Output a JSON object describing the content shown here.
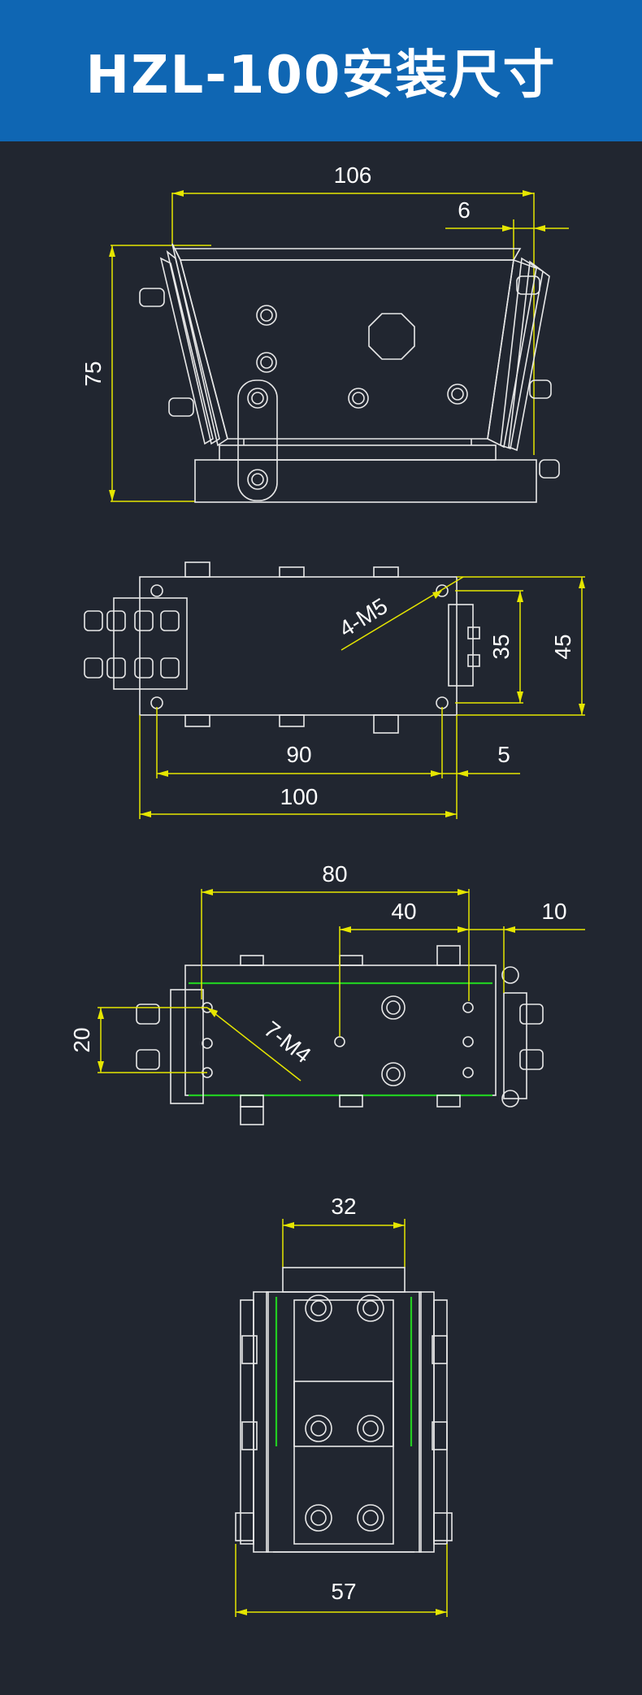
{
  "title": "HZL-100安装尺寸",
  "colors": {
    "header_bg": "#0f66b3",
    "page_bg": "#212630",
    "dimension_line": "#e6e600",
    "outline": "#e8e8e8",
    "guide": "#22cc22"
  },
  "view1": {
    "dims": {
      "width": "106",
      "offset": "6",
      "height": "75"
    }
  },
  "view2": {
    "dims": {
      "thread": "4-M5",
      "hole_pitch_v": "35",
      "height": "45",
      "hole_pitch_h": "90",
      "edge": "5",
      "length": "100"
    }
  },
  "view3": {
    "dims": {
      "span": "80",
      "mid": "40",
      "edge": "10",
      "thread": "7-M4",
      "pitch_v": "20"
    }
  },
  "view4": {
    "dims": {
      "top": "32",
      "bottom": "57"
    }
  }
}
